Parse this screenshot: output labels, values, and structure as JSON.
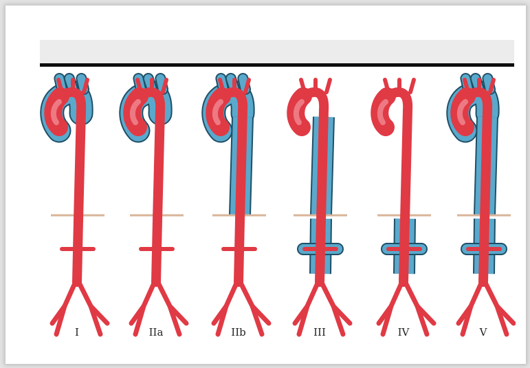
{
  "diagram": {
    "labels": [
      "I",
      "IIa",
      "IIb",
      "III",
      "IV",
      "V"
    ],
    "colors": {
      "artery": "#e03a45",
      "artery_highlight": "#f08a92",
      "dissection": "#5aa9cc",
      "dissection_edge": "#1f4f66",
      "diaphragm": "#d8b49a"
    }
  }
}
